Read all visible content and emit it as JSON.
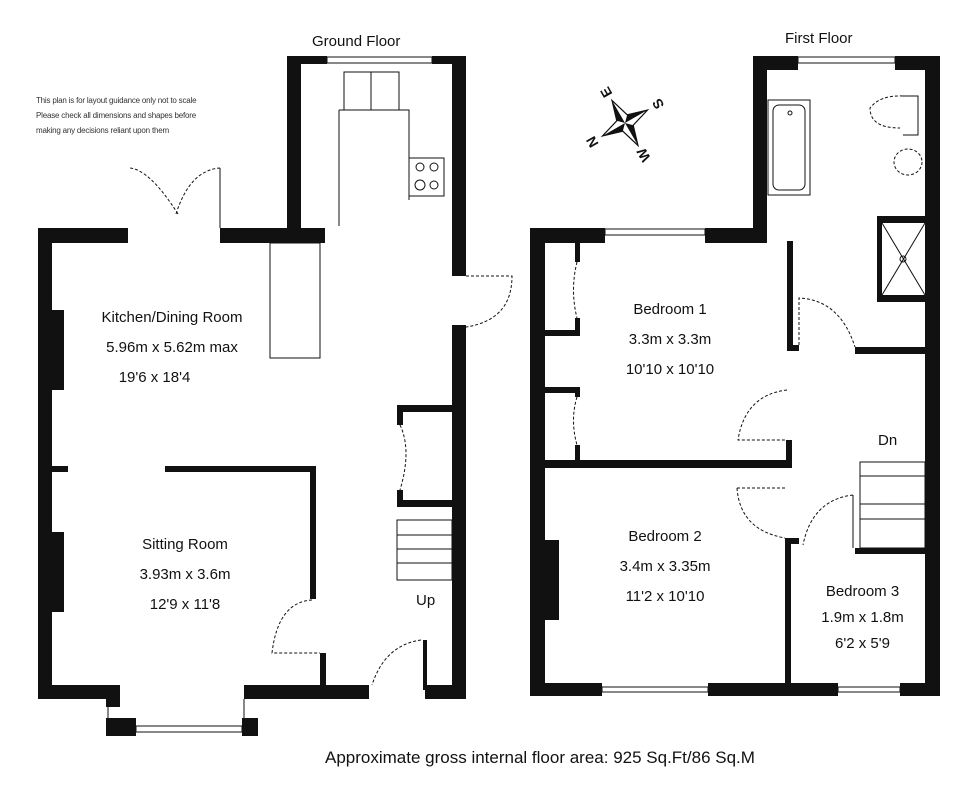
{
  "ground_floor": {
    "title": "Ground Floor",
    "rooms": [
      {
        "name": "Kitchen/Dining Room",
        "metric": "5.96m x 5.62m max",
        "imperial": "19'6 x 18'4"
      },
      {
        "name": "Sitting Room",
        "metric": "3.93m x 3.6m",
        "imperial": "12'9 x 11'8"
      }
    ],
    "stairs_label": "Up"
  },
  "first_floor": {
    "title": "First Floor",
    "rooms": [
      {
        "name": "Bedroom 1",
        "metric": "3.3m x 3.3m",
        "imperial": "10'10 x 10'10"
      },
      {
        "name": "Bedroom 2",
        "metric": "3.4m x 3.35m",
        "imperial": "11'2 x 10'10"
      },
      {
        "name": "Bedroom 3",
        "metric": "1.9m x 1.8m",
        "imperial": "6'2 x 5'9"
      }
    ],
    "stairs_label": "Dn"
  },
  "disclaimer": {
    "line1": "This plan is for layout guidance only not to scale",
    "line2": "Please check all dimensions and shapes before",
    "line3": "making any decisions reliant upon them"
  },
  "compass": {
    "n": "N",
    "e": "E",
    "s": "S",
    "w": "W"
  },
  "footer": {
    "area": "Approximate gross internal floor area: 925 Sq.Ft/86 Sq.M"
  },
  "colors": {
    "wall": "#111111",
    "background": "#ffffff"
  }
}
